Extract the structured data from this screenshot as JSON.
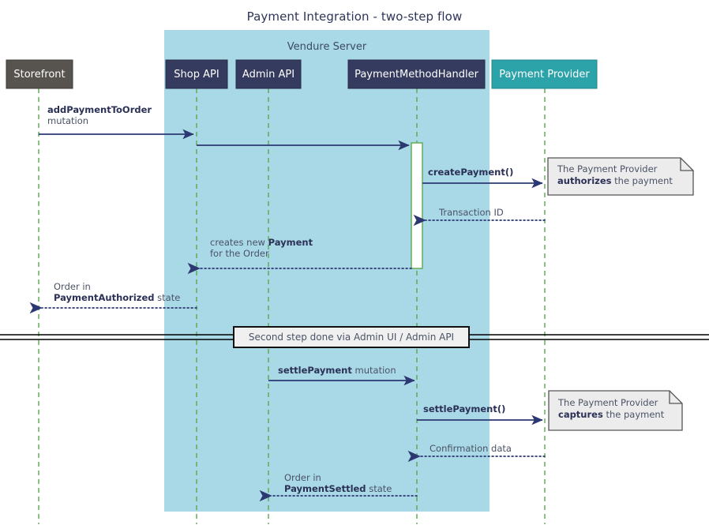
{
  "title": "Payment Integration - two-step flow",
  "colors": {
    "background": "#ffffff",
    "group_fill": "#a9d8e6",
    "participant_navy": "#353b5e",
    "participant_grey": "#57534e",
    "participant_teal": "#2ba3a8",
    "lifeline_green": "#5aa84f",
    "arrow_navy": "#2b3872",
    "note_fill": "#ececec",
    "note_border": "#555555",
    "title_text": "#2e3457",
    "body_text": "#4a5366"
  },
  "group": {
    "label": "Vendure Server"
  },
  "participants": [
    {
      "name": "storefront",
      "label": "Storefront",
      "style": "grey"
    },
    {
      "name": "shop-api",
      "label": "Shop API",
      "style": "navy"
    },
    {
      "name": "admin-api",
      "label": "Admin API",
      "style": "navy"
    },
    {
      "name": "payment-method-handler",
      "label": "PaymentMethodHandler",
      "style": "navy"
    },
    {
      "name": "payment-provider",
      "label": "Payment Provider",
      "style": "teal"
    }
  ],
  "messages": [
    {
      "name": "add-payment-to-order",
      "from": "storefront",
      "to": "shop-api",
      "kind": "solid",
      "label_bold": "addPaymentToOrder",
      "label_rest": "",
      "label_line2": "mutation"
    },
    {
      "name": "shop-api-to-handler",
      "from": "shop-api",
      "to": "payment-method-handler",
      "kind": "solid",
      "label_bold": "",
      "label_rest": "",
      "label_line2": ""
    },
    {
      "name": "create-payment",
      "from": "payment-method-handler",
      "to": "payment-provider",
      "kind": "solid",
      "label_bold": "createPayment()",
      "label_rest": "",
      "label_line2": ""
    },
    {
      "name": "transaction-id",
      "from": "payment-provider",
      "to": "payment-method-handler",
      "kind": "dotted",
      "label_bold": "",
      "label_rest": "Transaction ID",
      "label_line2": ""
    },
    {
      "name": "creates-new-payment",
      "from": "payment-method-handler",
      "to": "shop-api",
      "kind": "dotted",
      "label_pre": "creates new ",
      "label_bold": "Payment",
      "label_post": "",
      "label_line2": "for the Order"
    },
    {
      "name": "order-payment-authorized",
      "from": "shop-api",
      "to": "storefront",
      "kind": "dotted",
      "label_line1": "Order in",
      "label_bold": "PaymentAuthorized",
      "label_post": " state"
    },
    {
      "name": "settle-payment-mutation",
      "from": "admin-api",
      "to": "payment-method-handler",
      "kind": "solid",
      "label_bold": "settlePayment",
      "label_post": " mutation"
    },
    {
      "name": "settle-payment-call",
      "from": "payment-method-handler",
      "to": "payment-provider",
      "kind": "solid",
      "label_bold": "settlePayment()",
      "label_post": ""
    },
    {
      "name": "confirmation-data",
      "from": "payment-provider",
      "to": "payment-method-handler",
      "kind": "dotted",
      "label_bold": "",
      "label_post": "Confirmation data"
    },
    {
      "name": "order-payment-settled",
      "from": "payment-method-handler",
      "to": "admin-api",
      "kind": "dotted",
      "label_line1": "Order in",
      "label_bold": "PaymentSettled",
      "label_post": " state"
    }
  ],
  "notes": [
    {
      "name": "note-authorizes",
      "line1": "The Payment Provider",
      "line2_bold": "authorizes",
      "line2_rest": " the payment"
    },
    {
      "name": "note-captures",
      "line1": "The Payment Provider",
      "line2_bold": "captures",
      "line2_rest": " the payment"
    }
  ],
  "divider": {
    "name": "divider-second-step",
    "label": "Second step done via Admin UI / Admin API"
  }
}
